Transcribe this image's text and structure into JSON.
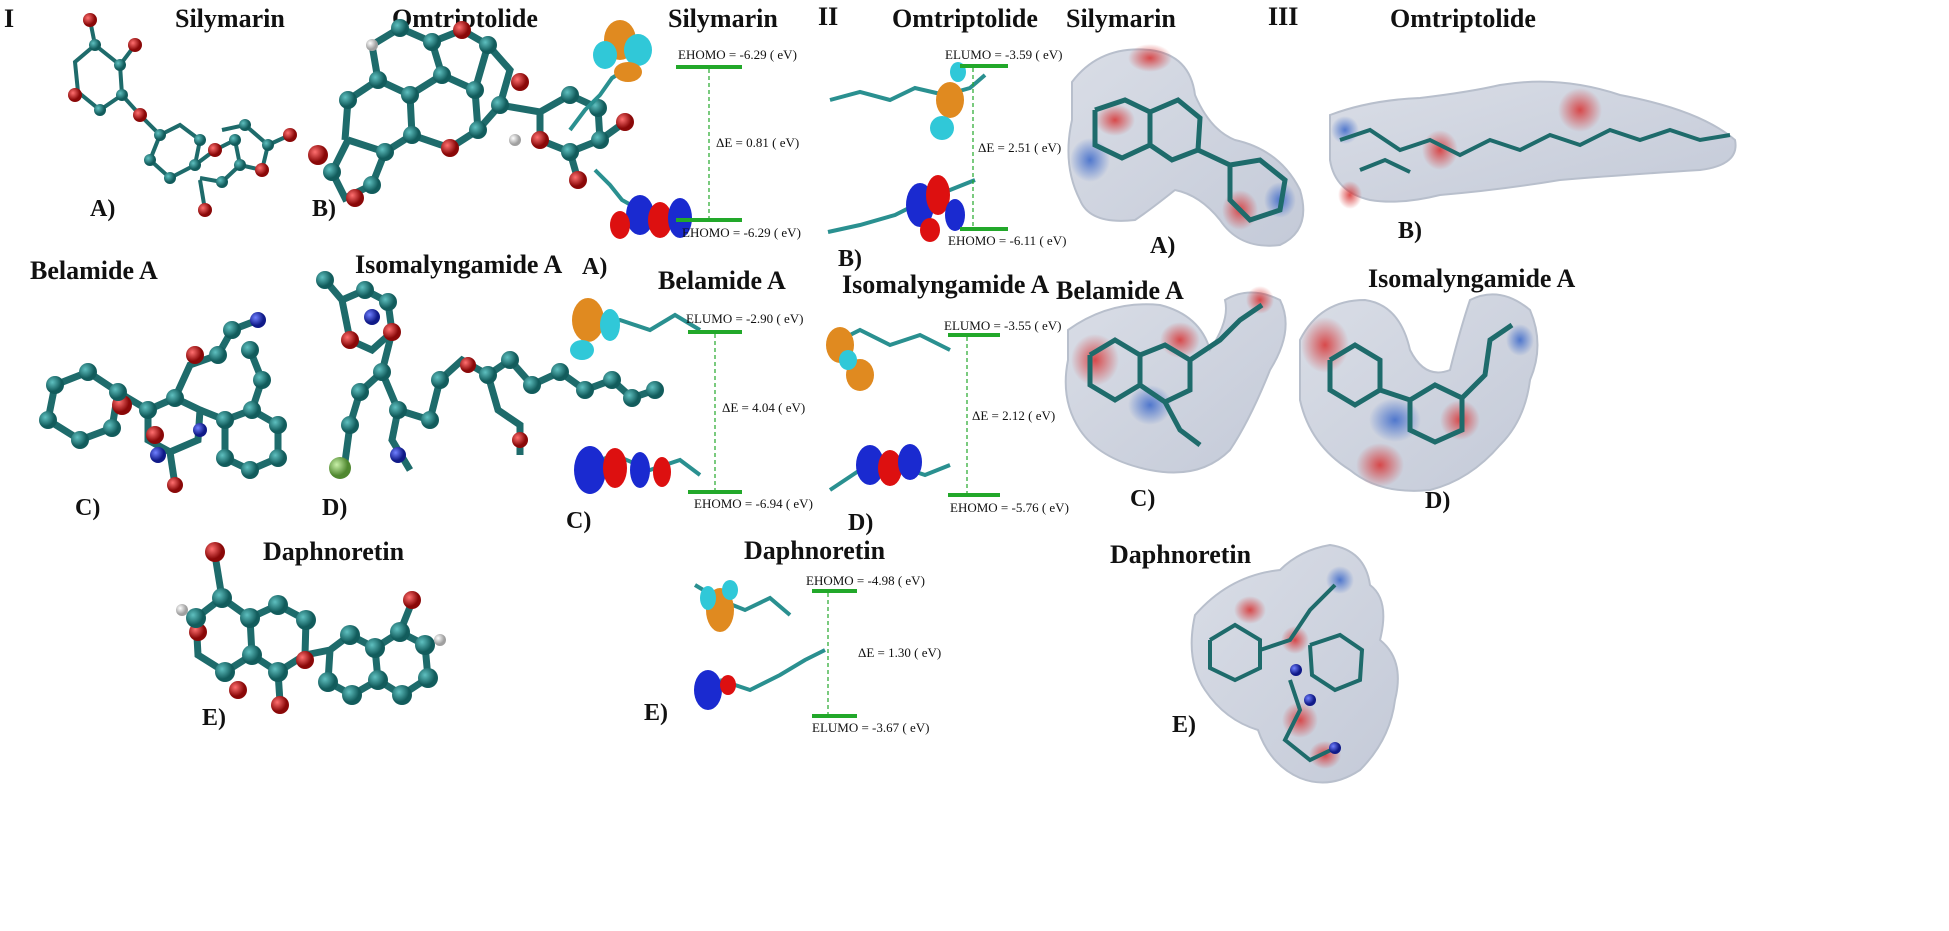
{
  "section_labels": {
    "I": "I",
    "II": "II",
    "III": "III"
  },
  "panel_I": {
    "titles": {
      "a": "Silymarin",
      "b": "Omtriptolide",
      "c": "Belamide A",
      "d": "Isomalyngamide A",
      "e": "Daphnoretin"
    },
    "letters": {
      "a": "A)",
      "b": "B)",
      "c": "C)",
      "d": "D)",
      "e": "E)"
    }
  },
  "panel_II": {
    "titles": {
      "a": "Silymarin",
      "b": "Omtriptolide",
      "c": "Belamide A",
      "d": "Isomalyngamide A",
      "e": "Daphnoretin"
    },
    "letters": {
      "a": "A)",
      "b": "B)",
      "c": "C)",
      "d": "D)",
      "e": "E)"
    },
    "energies": {
      "a_top": "EHOMO = -6.29 ( eV)",
      "a_gap": "ΔE = 0.81 ( eV)",
      "a_bottom": "EHOMO = -6.29 ( eV)",
      "b_top": "ELUMO = -3.59 ( eV)",
      "b_gap": "ΔE = 2.51 ( eV)",
      "b_bottom": "EHOMO = -6.11 ( eV)",
      "c_top": "ELUMO = -2.90 ( eV)",
      "c_gap": "ΔE = 4.04 ( eV)",
      "c_bottom": "EHOMO = -6.94 ( eV)",
      "d_top": "ELUMO = -3.55 ( eV)",
      "d_gap": "ΔE = 2.12 ( eV)",
      "d_bottom": "EHOMO = -5.76 ( eV)",
      "e_top": "EHOMO = -4.98 ( eV)",
      "e_gap": "ΔE = 1.30 ( eV)",
      "e_bottom": "ELUMO = -3.67 ( eV)"
    }
  },
  "panel_III": {
    "titles": {
      "a": "Silymarin",
      "b": "Omtriptolide",
      "c": "Belamide A",
      "d": "Isomalyngamide A",
      "e": "Daphnoretin"
    },
    "letters": {
      "a": "A)",
      "b": "B)",
      "c": "C)",
      "d": "D)",
      "e": "E)"
    }
  },
  "colors": {
    "carbon": "#1e7d7d",
    "oxygen": "#d01818",
    "nitrogen": "#2030c0",
    "chlorine": "#80c860",
    "hydrogen": "#e8e8e8",
    "level": "#22a82a",
    "orbital_pos": "#e08a20",
    "orbital_neg": "#30c8d8",
    "orbital_red": "#dd1010",
    "orbital_blue": "#1a2ad0",
    "esp_red": "#d83030",
    "esp_blue": "#3060c8"
  }
}
